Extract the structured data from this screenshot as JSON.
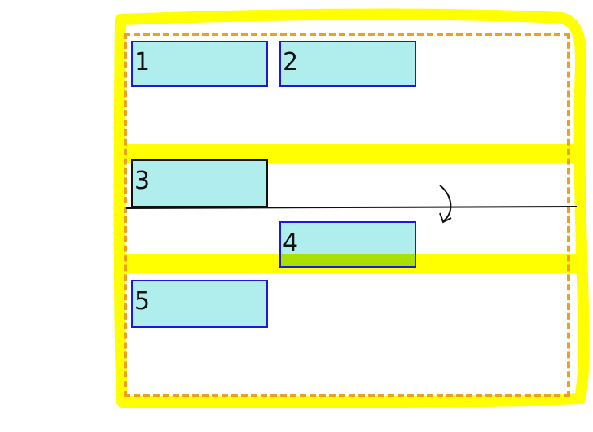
{
  "boxes": [
    {
      "label": "1"
    },
    {
      "label": "2"
    },
    {
      "label": "3"
    },
    {
      "label": "4"
    },
    {
      "label": "5"
    }
  ],
  "colors": {
    "box_fill": "#b0eeee",
    "box_border": "#1a1adf",
    "highlight": "#ffff00",
    "dashed_border": "#f0a020",
    "overlap": "#a8e000"
  }
}
